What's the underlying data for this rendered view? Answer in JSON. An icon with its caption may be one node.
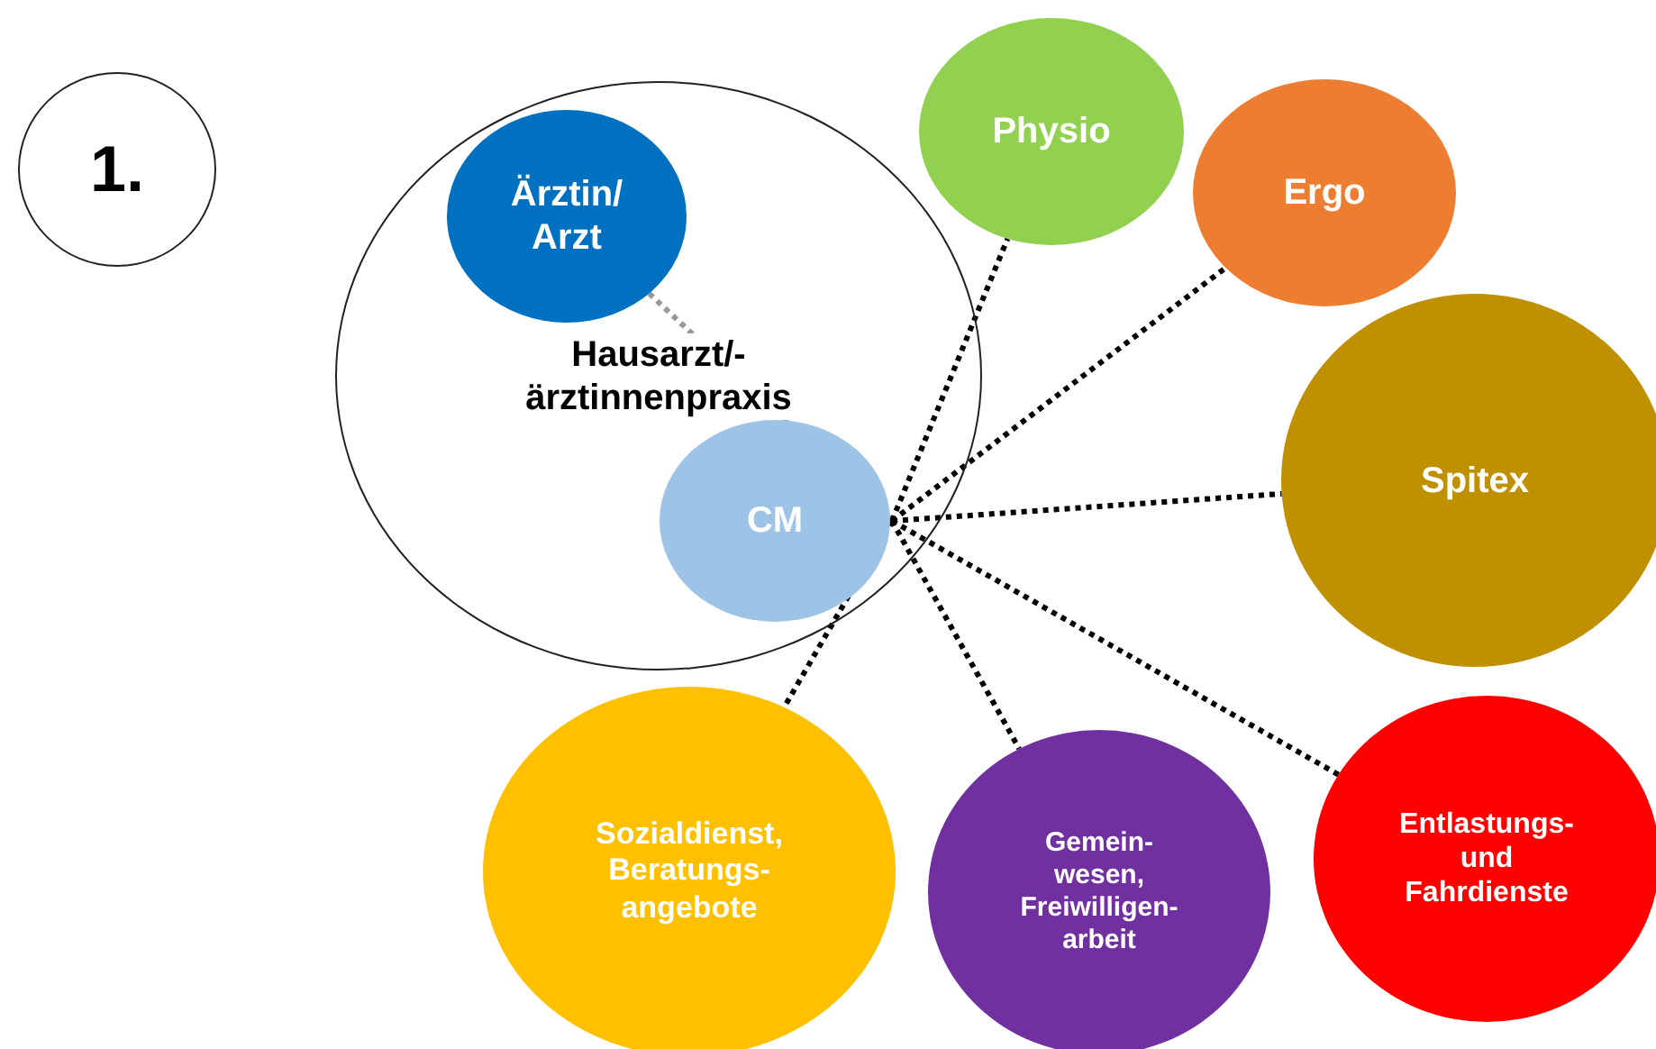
{
  "diagram": {
    "nodes": [
      {
        "text": [
          "1."
        ]
      },
      {
        "text": [
          "Hausarzt/- ärztinnenpraxis"
        ]
      },
      {
        "text": [
          "Ärztin/ Arzt"
        ],
        "in": 1
      },
      {
        "text": [
          "CM"
        ],
        "in": 1
      },
      {
        "text": [
          "Physio"
        ]
      },
      {
        "text": [
          "Ergo"
        ]
      },
      {
        "text": [
          "Spitex"
        ]
      },
      {
        "text": [
          "Sozialdienst, Beratungs- angebote"
        ]
      },
      {
        "text": [
          "Gemein- wesen, Freiwilligen- arbeit"
        ]
      },
      {
        "text": [
          "Entlastungs- und Fahrdienste"
        ]
      }
    ],
    "edges": [
      {
        "from": 2,
        "to": 3,
        "arrow": "none",
        "style": "dashed",
        "color": "#999999"
      },
      {
        "from": 3,
        "to": 4,
        "arrow": "none",
        "style": "dashed"
      },
      {
        "from": 3,
        "to": 5,
        "arrow": "none",
        "style": "dashed"
      },
      {
        "from": 3,
        "to": 6,
        "arrow": "none",
        "style": "dashed"
      },
      {
        "from": 3,
        "to": 9,
        "arrow": "none",
        "style": "dashed"
      },
      {
        "from": 3,
        "to": 8,
        "arrow": "none",
        "style": "dashed"
      },
      {
        "from": 3,
        "to": 7,
        "arrow": "none",
        "style": "dashed"
      }
    ]
  }
}
